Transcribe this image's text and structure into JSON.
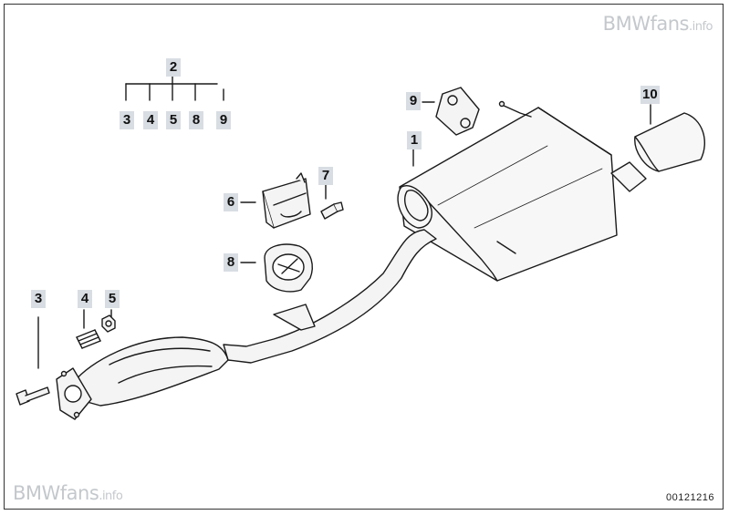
{
  "watermark": {
    "brand": "BMWfans",
    "suffix": ".info"
  },
  "diagram_id": "00121216",
  "callouts": {
    "group_parent": "2",
    "group_children": [
      "3",
      "4",
      "5",
      "8",
      "9"
    ],
    "muffler": "1",
    "exhaust_tip": "10",
    "hanger_bracket": "9",
    "mount_clamp": "6",
    "clamp_screw": "7",
    "rubber_ring": "8",
    "flange_bolt": "3",
    "spring": "4",
    "nut": "5"
  },
  "colors": {
    "line": "#1a1a1a",
    "callout_bg": "#d8dde3",
    "watermark": "#c4c8cc"
  }
}
